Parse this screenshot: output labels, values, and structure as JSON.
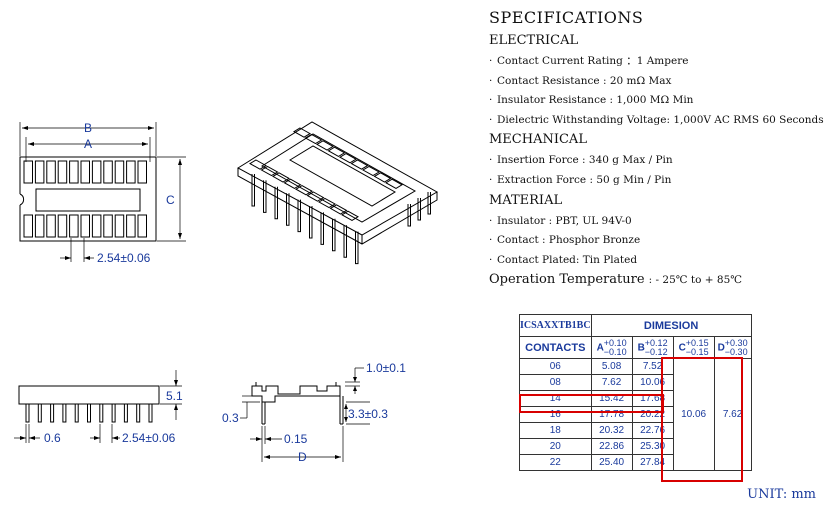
{
  "top_view": {
    "label_b": "B",
    "label_a": "A",
    "label_c": "C",
    "pitch": "2.54±0.06"
  },
  "side_view": {
    "height": "5.1",
    "pin_width": "0.6",
    "pitch": "2.54±0.06"
  },
  "end_view": {
    "top_dim": "1.0±0.1",
    "left_dim": "0.3",
    "pin_len": "3.3±0.3",
    "pin_w": "0.15",
    "label_d": "D"
  },
  "specs": {
    "title": "SPECIFICATIONS",
    "electrical": {
      "heading": "ELECTRICAL",
      "items": [
        "Contact Current Rating ：1 Ampere",
        "Contact Resistance  :  20 mΩ Max",
        "Insulator Resistance  :  1,000 MΩ Min",
        "Dielectric Withstanding Voltage:  1,000V AC RMS 60 Seconds"
      ]
    },
    "mechanical": {
      "heading": "MECHANICAL",
      "items": [
        "Insertion Force  :  340 g Max / Pin",
        "Extraction Force  :  50 g Min / Pin"
      ]
    },
    "material": {
      "heading": "MATERIAL",
      "items": [
        "Insulator  :  PBT, UL 94V-0",
        "Contact  :  Phosphor Bronze",
        "Contact  Plated:  Tin Plated"
      ]
    },
    "operation": {
      "label": "Operation Temperature",
      "value": ": - 25℃ to + 85℃"
    }
  },
  "table": {
    "part": "ICSAXXTB1BC",
    "dimension_title": "DIMESION",
    "contacts_label": "CONTACTS",
    "cols": [
      {
        "letter": "A",
        "tol_plus": "+0.10",
        "tol_minus": "−0.10"
      },
      {
        "letter": "B",
        "tol_plus": "+0.12",
        "tol_minus": "−0.12"
      },
      {
        "letter": "C",
        "tol_plus": "+0.15",
        "tol_minus": "−0.15"
      },
      {
        "letter": "D",
        "tol_plus": "+0.30",
        "tol_minus": "−0.30"
      }
    ],
    "rows": [
      {
        "contacts": "06",
        "a": "5.08",
        "b": "7.52"
      },
      {
        "contacts": "08",
        "a": "7.62",
        "b": "10.06"
      },
      {
        "contacts": "14",
        "a": "15.42",
        "b": "17.68"
      },
      {
        "contacts": "16",
        "a": "17.78",
        "b": "20.22"
      },
      {
        "contacts": "18",
        "a": "20.32",
        "b": "22.76"
      },
      {
        "contacts": "20",
        "a": "22.86",
        "b": "25.30"
      },
      {
        "contacts": "22",
        "a": "25.40",
        "b": "27.84"
      }
    ],
    "c_value": "10.06",
    "d_value": "7.62"
  },
  "unit": "UNIT: mm",
  "colors": {
    "dimension_text": "#1a3a9c",
    "highlight": "#d80000"
  }
}
